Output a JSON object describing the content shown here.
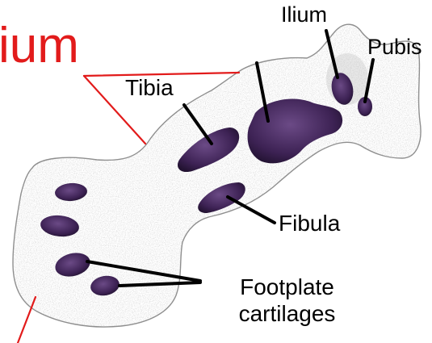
{
  "labels": {
    "red_heading": "ium",
    "ilium": "Ilium",
    "pubis": "Pubis",
    "tibia": "Tibia",
    "fibula": "Fibula",
    "footplate_line1": "Footplate",
    "footplate_line2": "cartilages"
  },
  "colors": {
    "red_annotation": "#e21b1b",
    "cartilage": "#4a2a63",
    "outline": "#7a7a7a",
    "text": "#000000"
  }
}
